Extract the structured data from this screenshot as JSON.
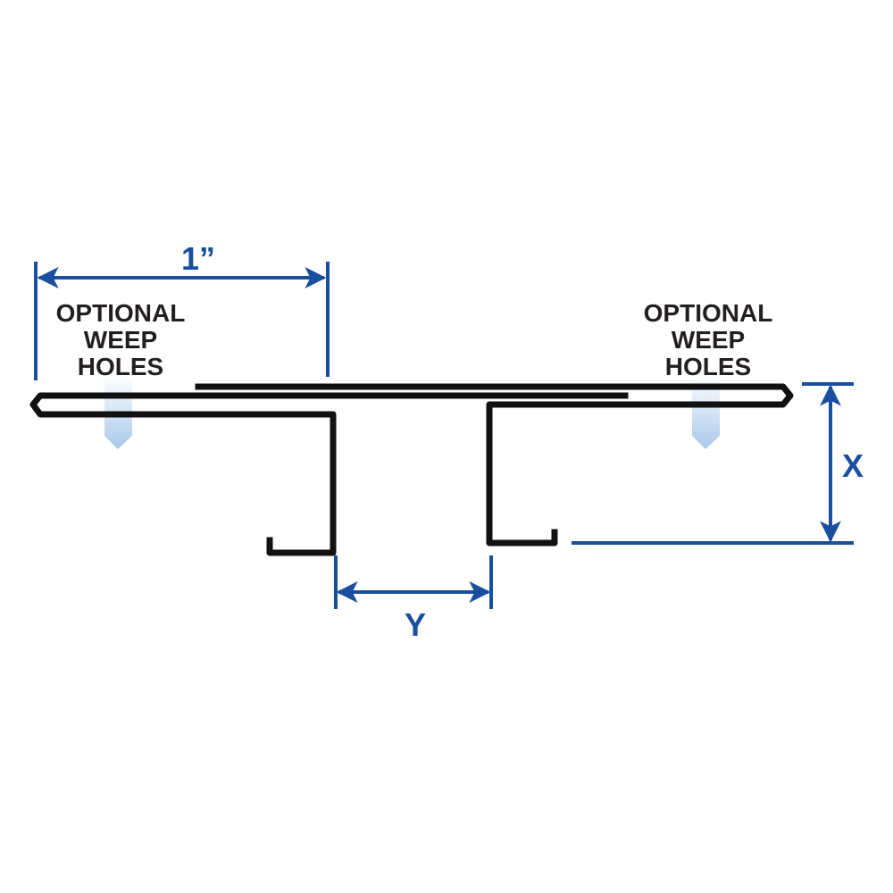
{
  "labels": {
    "weep_left": [
      "OPTIONAL",
      "WEEP",
      "HOLES"
    ],
    "weep_right": [
      "OPTIONAL",
      "WEEP",
      "HOLES"
    ],
    "dim_width": "1”",
    "dim_x": "X",
    "dim_y": "Y"
  },
  "colors": {
    "dimension": "#1a4e9e",
    "profile": "#111111",
    "text": "#231f20",
    "weep_arrow_top": "#ffffff",
    "weep_arrow_bottom": "#a9c8ea"
  }
}
